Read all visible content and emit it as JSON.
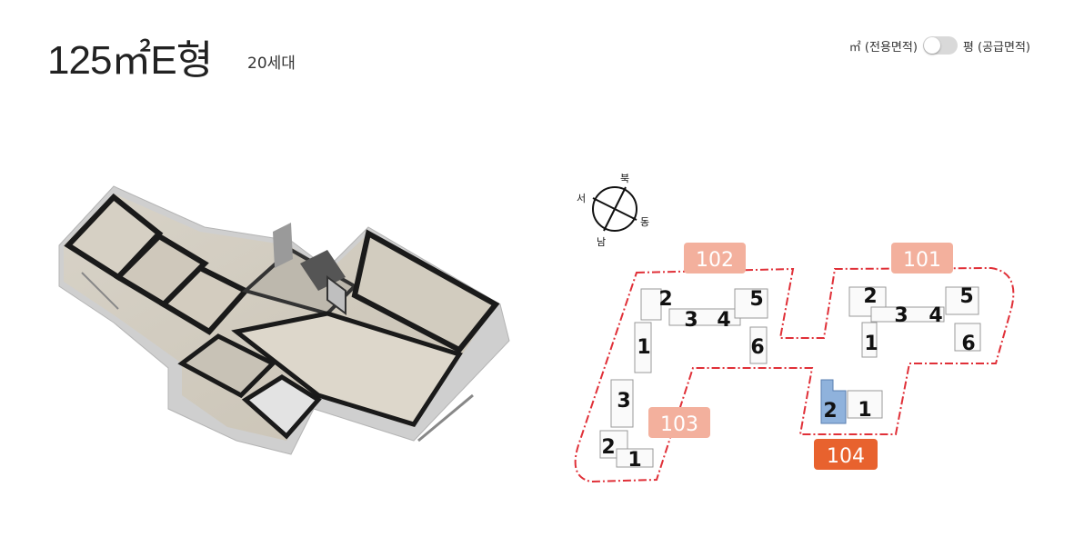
{
  "header": {
    "type_title": "125㎡E형",
    "unit_count": "20세대"
  },
  "area_toggle": {
    "left_label": "㎡ (전용면적)",
    "right_label": "평 (공급면적)",
    "state": "off"
  },
  "compass": {
    "north": "북",
    "south": "남",
    "east": "동",
    "west": "서"
  },
  "site_plan": {
    "blocks": [
      {
        "label": "102",
        "highlight": false
      },
      {
        "label": "101",
        "highlight": false
      },
      {
        "label": "103",
        "highlight": false
      },
      {
        "label": "104",
        "highlight": true
      }
    ],
    "building_numbers": {
      "b102": [
        "2",
        "3",
        "4",
        "5",
        "1",
        "6"
      ],
      "b101": [
        "2",
        "3",
        "4",
        "5",
        "1",
        "6"
      ],
      "b103": [
        "3",
        "2",
        "1"
      ],
      "b104": [
        "2",
        "1"
      ]
    },
    "selected_building": "104-2"
  },
  "colors": {
    "block_label_bg": "#f3b09d",
    "block_label_selected": "#e8622e",
    "dashed_outline": "#e03038",
    "selected_building": "#8fb2dc"
  }
}
